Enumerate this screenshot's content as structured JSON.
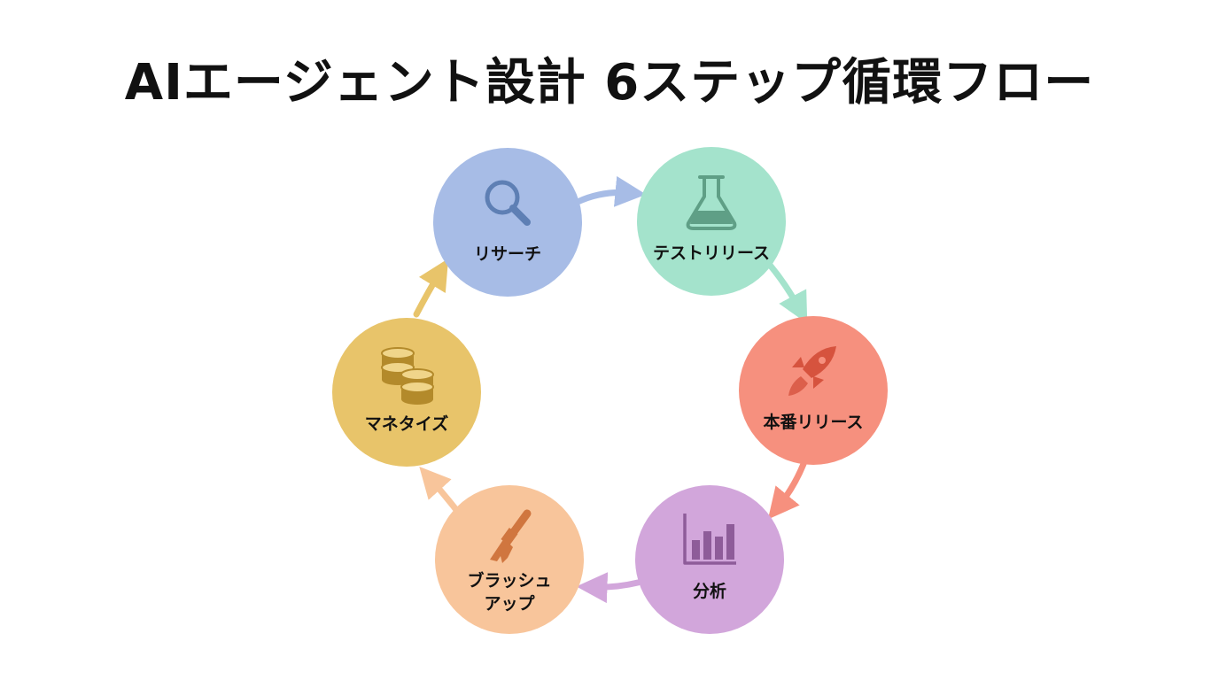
{
  "title": "AIエージェント設計 6ステップ循環フロー",
  "steps": [
    {
      "label": "リサーチ",
      "icon": "magnifier-icon",
      "color": "#A7BCE6",
      "icon_color": "#5E7FB4"
    },
    {
      "label": "テストリリース",
      "icon": "flask-icon",
      "color": "#A4E3CC",
      "icon_color": "#5F9F86"
    },
    {
      "label": "本番リリース",
      "icon": "rocket-icon",
      "color": "#F6907E",
      "icon_color": "#D6533E"
    },
    {
      "label": "分析",
      "icon": "bar-chart-icon",
      "color": "#D2A6DB",
      "icon_color": "#8E5C99"
    },
    {
      "label": "ブラッシュ\nアップ",
      "icon": "brush-icon",
      "color": "#F8C59B",
      "icon_color": "#D0763F"
    },
    {
      "label": "マネタイズ",
      "icon": "coins-icon",
      "color": "#E8C46A",
      "icon_color": "#B38A2B"
    }
  ],
  "arrows": [
    {
      "from": "リサーチ",
      "to": "テストリリース",
      "color": "#A7BCE6"
    },
    {
      "from": "テストリリース",
      "to": "本番リリース",
      "color": "#A4E3CC"
    },
    {
      "from": "本番リリース",
      "to": "分析",
      "color": "#F6907E"
    },
    {
      "from": "分析",
      "to": "ブラッシュ\nアップ",
      "color": "#D2A6DB"
    },
    {
      "from": "ブラッシュ\nアップ",
      "to": "マネタイズ",
      "color": "#F8C59B"
    },
    {
      "from": "マネタイズ",
      "to": "リサーチ",
      "color": "#E8C46A"
    }
  ]
}
